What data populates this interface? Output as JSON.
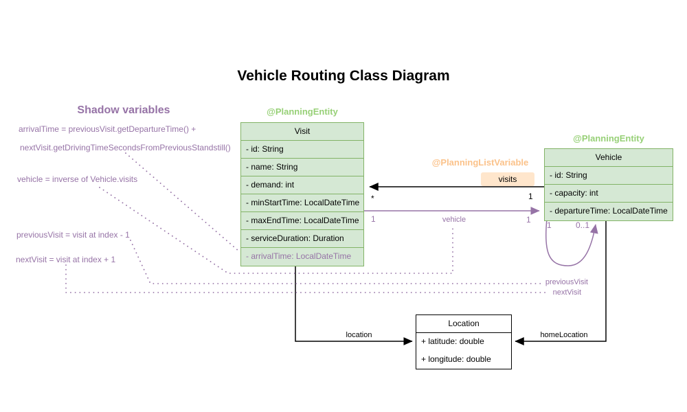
{
  "title": "Vehicle Routing Class Diagram",
  "shadow": {
    "heading": "Shadow variables",
    "lines": [
      "arrivalTime = previousVisit.getDepartureTime() +",
      "nextVisit.getDrivingTimeSecondsFromPreviousStandstill()",
      "vehicle = inverse of Vehicle.visits",
      "previousVisit = visit at index - 1",
      "nextVisit = visit at index + 1"
    ]
  },
  "classes": {
    "visit": {
      "annotation": "@PlanningEntity",
      "name": "Visit",
      "attributes": [
        {
          "text": "- id: String"
        },
        {
          "text": "- name: String"
        },
        {
          "text": "- demand: int"
        },
        {
          "text": "- minStartTime: LocalDateTime"
        },
        {
          "text": "- maxEndTime: LocalDateTime"
        },
        {
          "text": "- serviceDuration: Duration"
        },
        {
          "text": "- arrivalTime: LocalDateTime"
        }
      ]
    },
    "vehicle": {
      "annotation": "@PlanningEntity",
      "name": "Vehicle",
      "attributes": [
        {
          "text": "- id: String"
        },
        {
          "text": "- capacity: int"
        },
        {
          "text": "- departureTime: LocalDateTime"
        }
      ]
    },
    "location": {
      "name": "Location",
      "attributes": [
        {
          "text": "+ latitude: double"
        },
        {
          "text": "+ longitude: double"
        }
      ]
    }
  },
  "associations": {
    "visits": {
      "annotation": "@PlanningListVariable",
      "label": "visits",
      "mult_visit_end": "*",
      "mult_vehicle_end": "1"
    },
    "vehicle_ref": {
      "label": "vehicle",
      "mult_visit_end": "1",
      "mult_vehicle_end": "1"
    },
    "self_loop": {
      "mult_left": "1",
      "mult_right": "0..1",
      "label_previous": "previousVisit",
      "label_next": "nextVisit"
    },
    "location_ref": {
      "label": "location"
    },
    "home_location_ref": {
      "label": "homeLocation"
    }
  },
  "colors": {
    "purple": "#9673a6",
    "green_border": "#82b366",
    "green_fill": "#d5e8d4",
    "annotation_green": "#97d077",
    "annotation_orange": "#fbc28a",
    "chip_fill": "#ffe6cc",
    "line_black": "#000000"
  }
}
